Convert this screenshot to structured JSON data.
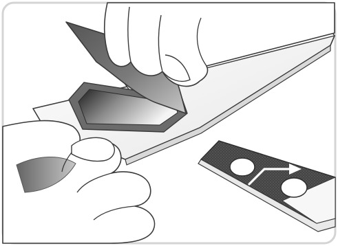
{
  "illustration": {
    "subject": "hands-peeling-film-from-strip-illustration",
    "colors": {
      "background": "#ffffff",
      "frame_border": "#d4d4d4",
      "outline": "#3a3a3a",
      "hand_fill": "#ffffff",
      "film_dark": "#6e6e6e",
      "film_light": "#bcbcbc",
      "strip_fill": "#f2f2f2",
      "pad_dark": "#3f3f3f",
      "arrow": "#ffffff"
    },
    "icons": [
      "left-hand",
      "right-hand",
      "peeled-film",
      "strip",
      "textured-pad",
      "direction-arrow"
    ]
  }
}
